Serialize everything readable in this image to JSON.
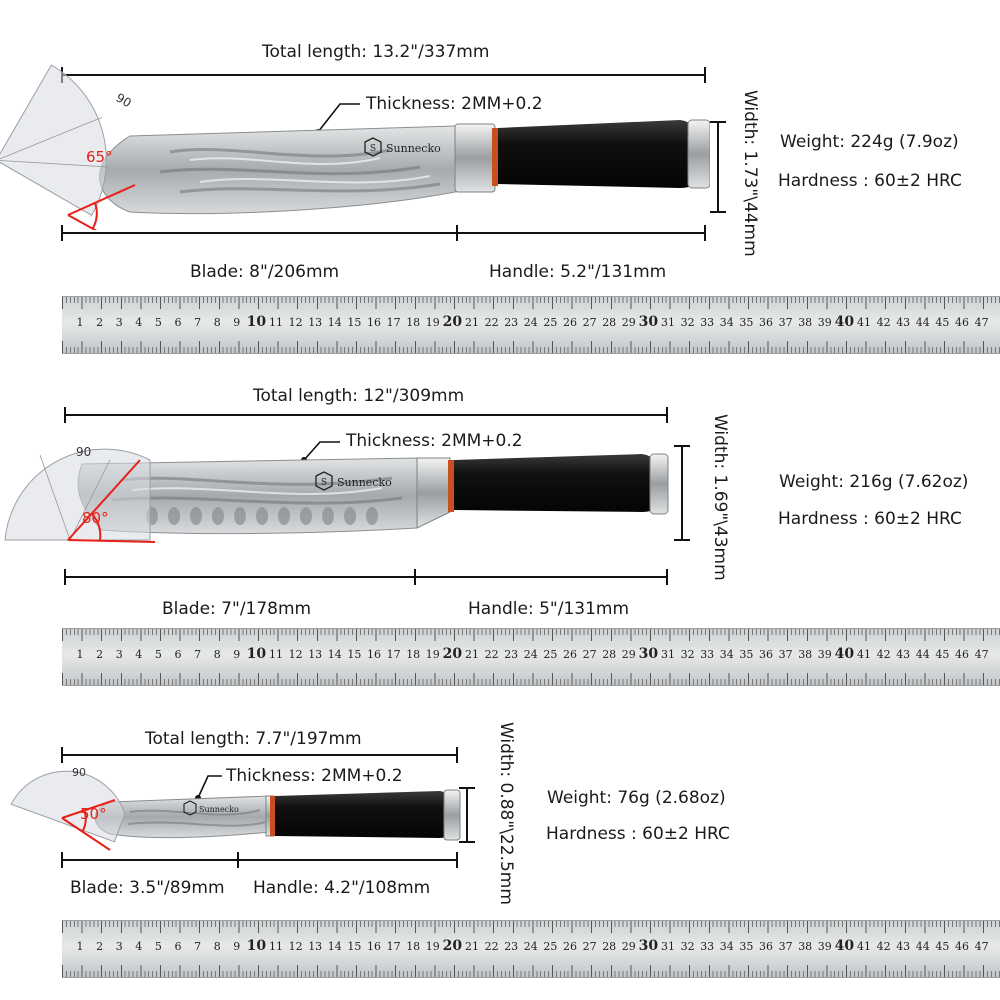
{
  "knives": [
    {
      "total_length": "Total length: 13.2\"/337mm",
      "thickness": "Thickness: 2MM+0.2",
      "width": "Width: 1.73\"\\44mm",
      "weight": "Weight: 224g (7.9oz)",
      "hardness": "Hardness : 60±2 HRC",
      "blade": "Blade: 8\"/206mm",
      "handle": "Handle: 5.2\"/131mm",
      "angle": "65°",
      "brand": "Sunnecko",
      "protractor_mark": "90"
    },
    {
      "total_length": "Total length: 12\"/309mm",
      "thickness": "Thickness: 2MM+0.2",
      "width": "Width: 1.69\"\\43mm",
      "weight": "Weight: 216g (7.62oz)",
      "hardness": "Hardness : 60±2 HRC",
      "blade": "Blade: 7\"/178mm",
      "handle": "Handle: 5\"/131mm",
      "angle": "80°",
      "brand": "Sunnecko",
      "protractor_mark": "90"
    },
    {
      "total_length": "Total length: 7.7\"/197mm",
      "thickness": "Thickness: 2MM+0.2",
      "width": "Width: 0.88\"\\22.5mm",
      "weight": "Weight: 76g (2.68oz)",
      "hardness": "Hardness : 60±2 HRC",
      "blade": "Blade: 3.5\"/89mm",
      "handle": "Handle: 4.2\"/108mm",
      "angle": "50°",
      "brand": "Sunnecko",
      "protractor_mark": "90"
    }
  ],
  "ruler": {
    "numbers": [
      "1",
      "2",
      "3",
      "4",
      "5",
      "6",
      "7",
      "8",
      "9",
      "10",
      "11",
      "12",
      "13",
      "14",
      "15",
      "16",
      "17",
      "18",
      "19",
      "20",
      "21",
      "22",
      "23",
      "24",
      "25",
      "26",
      "27",
      "28",
      "29",
      "30",
      "31",
      "32",
      "33",
      "34",
      "35",
      "36",
      "37",
      "38",
      "39",
      "40",
      "41",
      "42",
      "43",
      "44",
      "45",
      "46",
      "47"
    ]
  },
  "colors": {
    "angle_accent": "#e8201a",
    "handle": "#111111",
    "bolster_accent": "#c8501e",
    "steel": "#b9bdc0"
  }
}
